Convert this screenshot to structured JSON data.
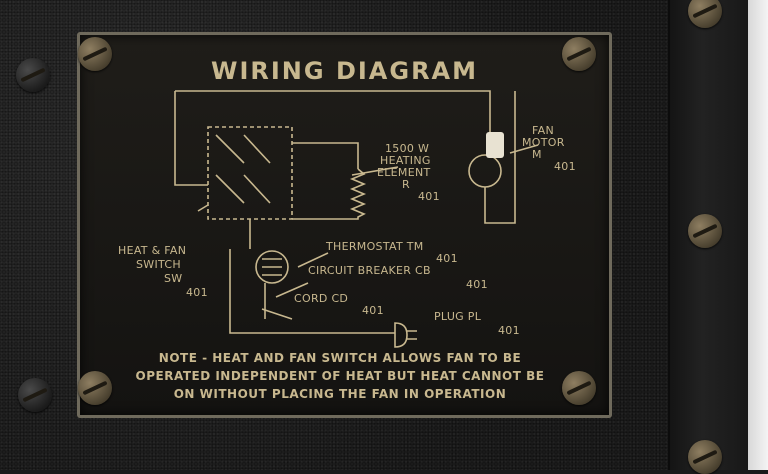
{
  "plate": {
    "title": "WIRING DIAGRAM",
    "labels": {
      "fan_motor": "FAN",
      "fan_motor_2": "MOTOR",
      "fan_motor_code": "M",
      "fan_motor_num": "401",
      "heating_1": "1500 W",
      "heating_2": "HEATING",
      "heating_3": "ELEMENT",
      "heating_code": "R",
      "heating_num": "401",
      "switch_1": "HEAT & FAN",
      "switch_2": "SWITCH",
      "switch_code": "SW",
      "switch_num": "401",
      "thermostat": "THERMOSTAT TM",
      "thermostat_num": "401",
      "breaker": "CIRCUIT BREAKER CB",
      "breaker_num": "401",
      "cord": "CORD CD",
      "cord_num": "401",
      "plug": "PLUG PL",
      "plug_num": "401"
    },
    "note_lines": [
      "NOTE - HEAT AND FAN SWITCH ALLOWS FAN TO BE",
      "OPERATED INDEPENDENT OF HEAT BUT HEAT CANNOT BE",
      "ON WITHOUT PLACING THE FAN IN OPERATION"
    ]
  },
  "colors": {
    "ink": "#c8b88f",
    "plate": "#1a1916",
    "case": "#1b1b1b"
  }
}
